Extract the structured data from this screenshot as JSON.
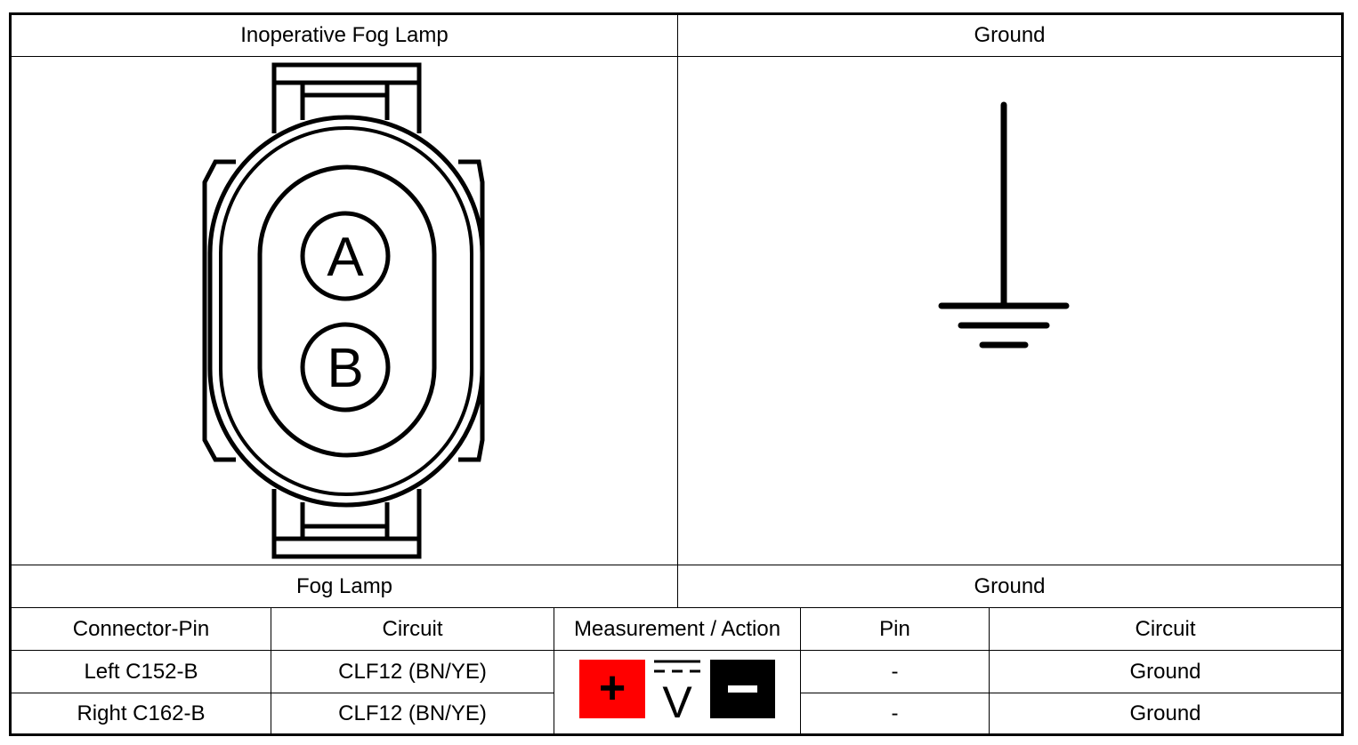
{
  "panels": {
    "left_title": "Inoperative Fog Lamp",
    "right_title": "Ground",
    "left_footer": "Fog Lamp",
    "right_footer": "Ground"
  },
  "connector": {
    "pins": [
      "A",
      "B"
    ]
  },
  "table": {
    "headers": [
      "Connector-Pin",
      "Circuit",
      "Measurement / Action",
      "Pin",
      "Circuit"
    ],
    "rows": [
      {
        "connector_pin": "Left C152-B",
        "circuit": "CLF12 (BN/YE)",
        "pin": "-",
        "ground_circuit": "Ground"
      },
      {
        "connector_pin": "Right C162-B",
        "circuit": "CLF12 (BN/YE)",
        "pin": "-",
        "ground_circuit": "Ground"
      }
    ]
  },
  "meter": {
    "plus_symbol": "+",
    "minus_symbol": "−",
    "unit": "V",
    "plus_color": "#ff0000",
    "minus_color": "#000000"
  }
}
